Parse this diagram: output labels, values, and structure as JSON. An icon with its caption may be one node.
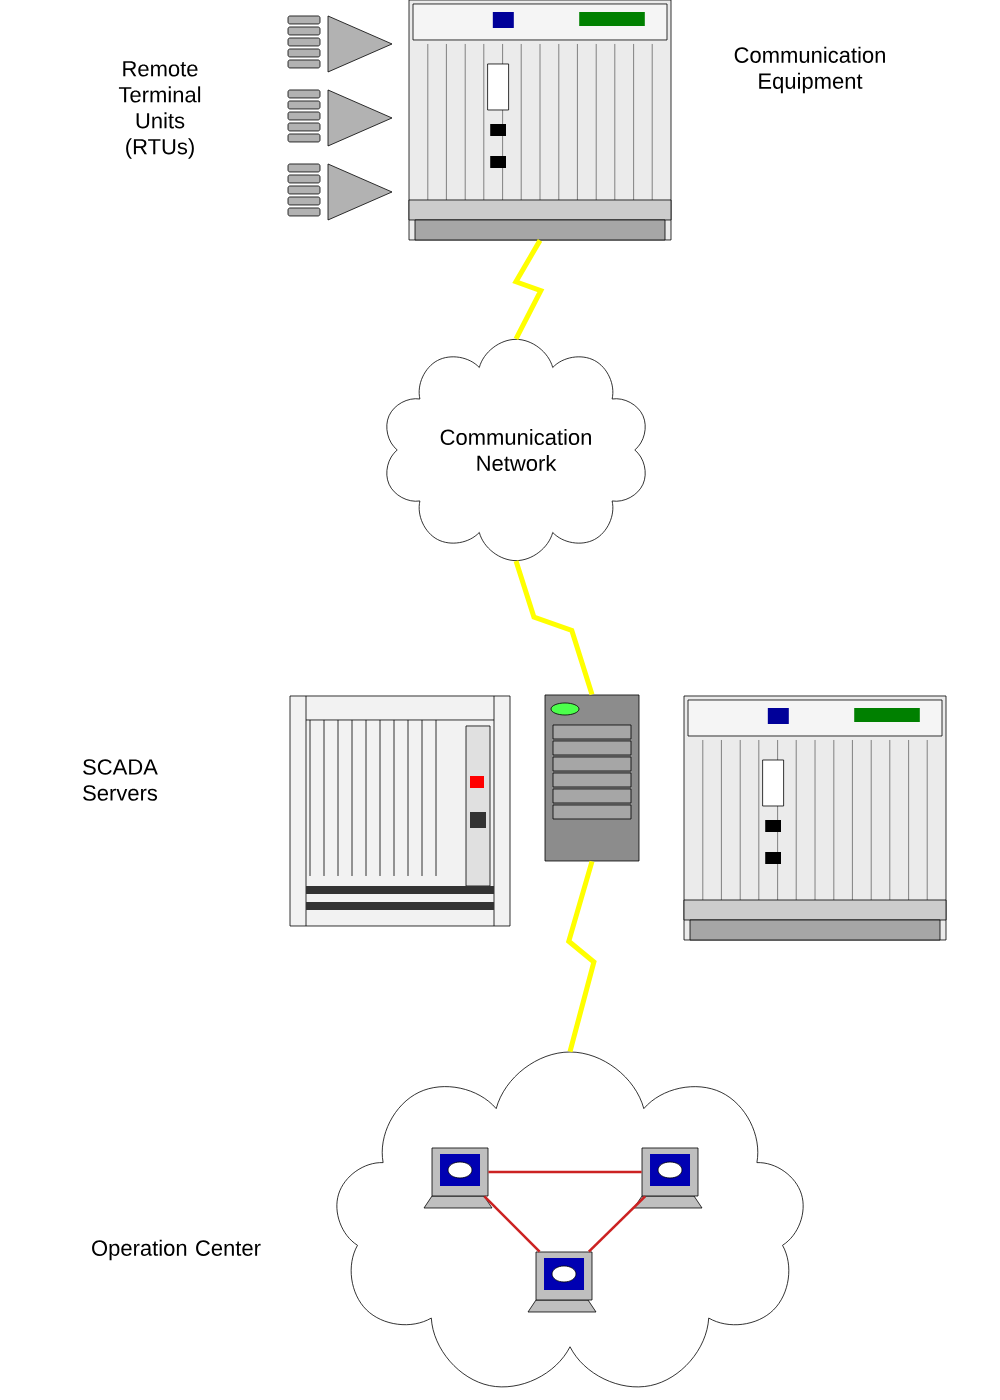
{
  "diagram": {
    "nodes": [
      {
        "text": [],
        "shape": "picture",
        "beside": [
          "Communication Equipment"
        ]
      },
      {
        "text": [
          "Communication Network"
        ]
      },
      {
        "text": [],
        "shape": "picture"
      },
      {
        "text": [],
        "shape": "cloud",
        "beside": [
          "Operation Center"
        ]
      },
      {
        "text": [],
        "shape": "picture",
        "in": 3
      },
      {
        "text": [],
        "shape": "picture",
        "in": 3
      },
      {
        "text": [],
        "shape": "picture",
        "in": 3
      }
    ],
    "edges": [
      {
        "from": 0,
        "to": 1,
        "arrow": "none",
        "color": "#ffff00"
      },
      {
        "from": 1,
        "to": 2,
        "arrow": "none",
        "color": "#ffff00"
      },
      {
        "from": 2,
        "to": 3,
        "arrow": "none",
        "color": "#ffff00"
      },
      {
        "from": 4,
        "to": 5,
        "arrow": "none",
        "color": "#cc2222"
      },
      {
        "from": 4,
        "to": 6,
        "arrow": "none",
        "color": "#cc2222"
      },
      {
        "from": 5,
        "to": 6,
        "arrow": "none",
        "color": "#cc2222"
      }
    ],
    "labels": [
      "Remote Terminal Units (RTUs)",
      "SCADA Servers"
    ]
  }
}
